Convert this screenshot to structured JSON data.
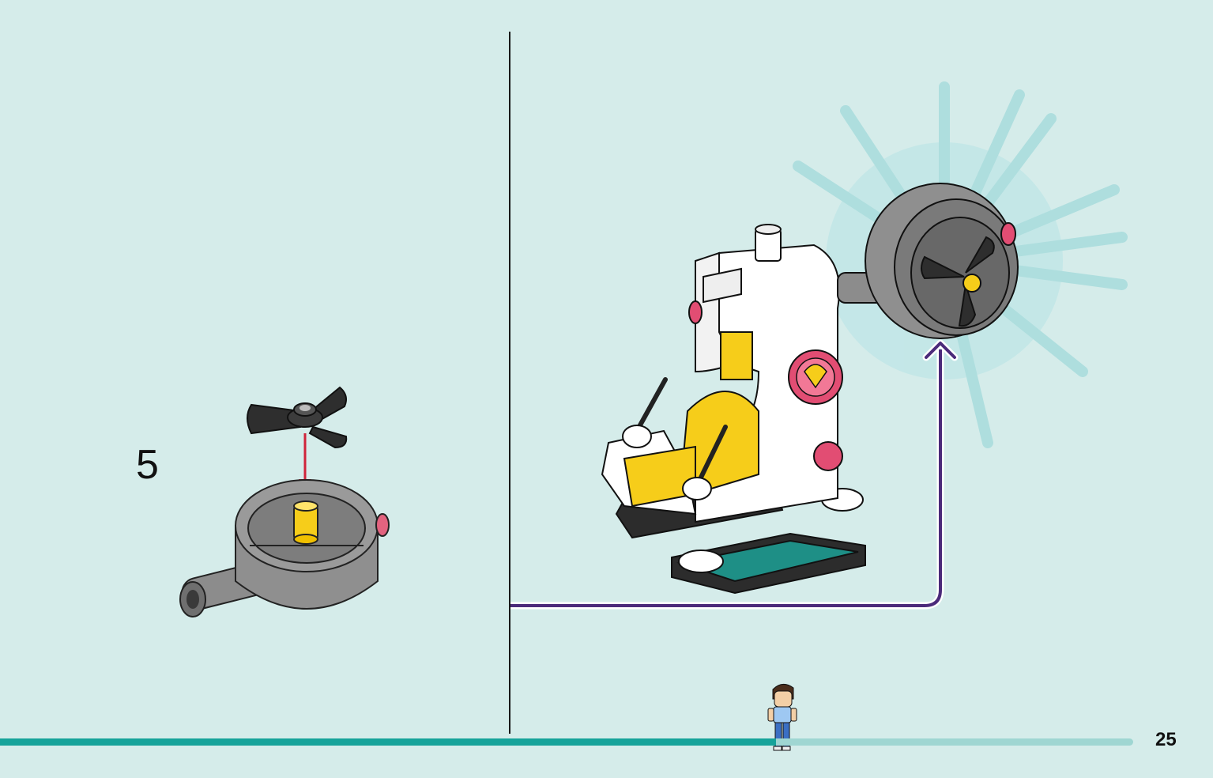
{
  "step": {
    "number": "5"
  },
  "page": {
    "number": "25"
  },
  "progress": {
    "fraction": 0.685
  },
  "colors": {
    "background": "#d5ecea",
    "progress_fill": "#16a39a",
    "progress_track": "#9fd6d2",
    "arrow": "#4b2a7a",
    "part_arrow": "#d0243a",
    "yellow": "#f6cd1a",
    "grey": "#8c8c8c",
    "dark": "#333333",
    "white": "#ffffff",
    "teal": "#1e8f86",
    "pink": "#e24d73"
  },
  "icons": {
    "new_part": "propeller-icon",
    "subassembly": "fan-housing-icon",
    "model": "jet-seat-model-icon",
    "placement": "callout-arrow-icon",
    "minifigure": "minifigure-icon"
  }
}
